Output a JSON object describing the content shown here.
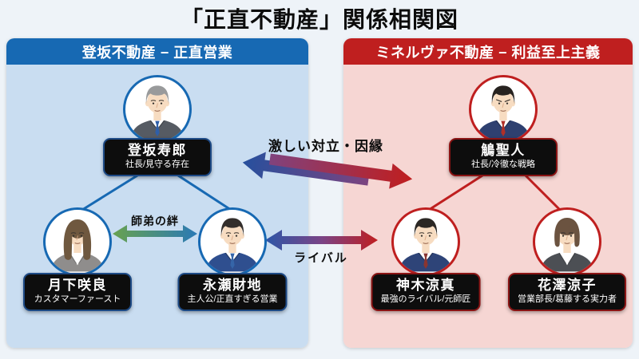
{
  "title": "「正直不動産」関係相関図",
  "companies": [
    {
      "id": "tosaka",
      "header": "登坂不動産 − 正直営業",
      "accent": "#1769b3",
      "bg": "#c9ddf1",
      "boxBorder": "#1d4a86"
    },
    {
      "id": "minerva",
      "header": "ミネルヴァ不動産 − 利益至上主義",
      "accent": "#bf1f1f",
      "bg": "#f6d6d3",
      "boxBorder": "#8a1414"
    }
  ],
  "characters": [
    {
      "name": "登坂寿郎",
      "role": "社長/見守る存在",
      "company": "tosaka",
      "avatar": {
        "style": "male",
        "hair": "#999a9b",
        "suit": "#565b63",
        "shirt": "#ffffff",
        "tie": "#2f5fa8"
      }
    },
    {
      "name": "月下咲良",
      "role": "カスタマーファースト",
      "company": "tosaka",
      "avatar": {
        "style": "female-long",
        "hair": "#6f583f",
        "suit": "#8f8d8c",
        "shirt": "#ffffff",
        "tie": null
      }
    },
    {
      "name": "永瀬財地",
      "role": "主人公/正直すぎる営業",
      "company": "tosaka",
      "avatar": {
        "style": "male",
        "hair": "#332e2b",
        "suit": "#2f4f8f",
        "shirt": "#ffffff",
        "tie": "#3565a8"
      }
    },
    {
      "name": "鵤聖人",
      "role": "社長/冷徹な戦略",
      "company": "minerva",
      "avatar": {
        "style": "male",
        "stern": true,
        "hair": "#272320",
        "suit": "#2e4070",
        "shirt": "#ffffff",
        "tie": "#b03028"
      }
    },
    {
      "name": "神木涼真",
      "role": "最強のライバル/元師匠",
      "company": "minerva",
      "avatar": {
        "style": "male",
        "hair": "#2b2724",
        "suit": "#2e4478",
        "shirt": "#ffffff",
        "tie": "#8a3530"
      }
    },
    {
      "name": "花澤涼子",
      "role": "営業部長/葛藤する実力者",
      "company": "minerva",
      "avatar": {
        "style": "female-bob",
        "hair": "#6b5340",
        "suit": "#4c4f54",
        "shirt": "#ffffff",
        "tie": null
      }
    }
  ],
  "relationships": [
    {
      "label": "激しい対立・因縁",
      "colors": [
        "#2b57a8",
        "#c11d1d"
      ]
    },
    {
      "label": "師弟の絆",
      "colors": [
        "#69a24e",
        "#2878b8"
      ]
    },
    {
      "label": "ライバル",
      "colors": [
        "#2b57a8",
        "#c11d1d"
      ]
    }
  ]
}
